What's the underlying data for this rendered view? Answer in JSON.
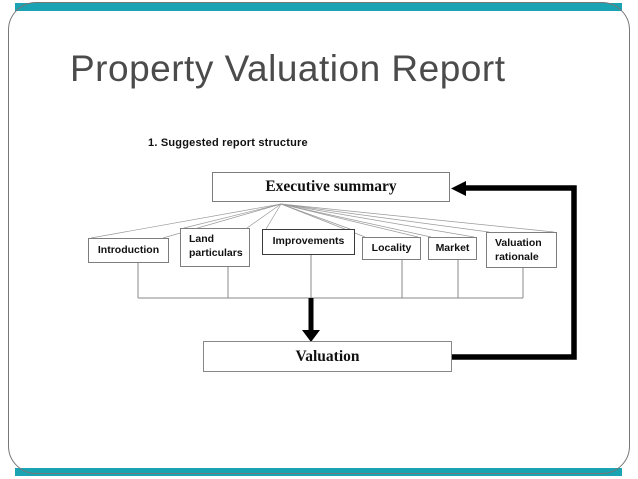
{
  "slide": {
    "title": "Property Valuation Report"
  },
  "accent": {
    "teal": "#1aa3b2"
  },
  "diagram": {
    "heading": "1. Suggested report structure",
    "root_label": "Executive summary",
    "branches": [
      "Introduction",
      "Land particulars",
      "Improvements",
      "Locality",
      "Market",
      "Valuation rationale"
    ],
    "result_label": "Valuation"
  }
}
